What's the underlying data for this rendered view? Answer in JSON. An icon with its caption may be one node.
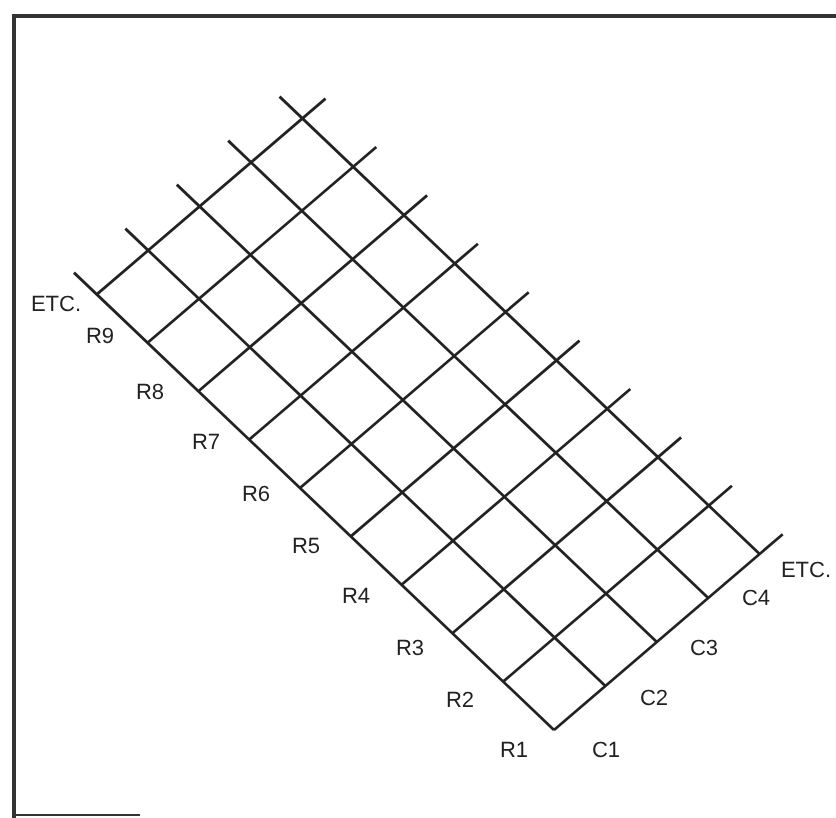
{
  "diagram": {
    "labels": [
      "ETC.",
      "R9",
      "R8",
      "R7",
      "R6",
      "R5",
      "ETC.",
      "R4",
      "C4",
      "R3",
      "C3",
      "R2",
      "C2",
      "R1",
      "C1"
    ]
  }
}
